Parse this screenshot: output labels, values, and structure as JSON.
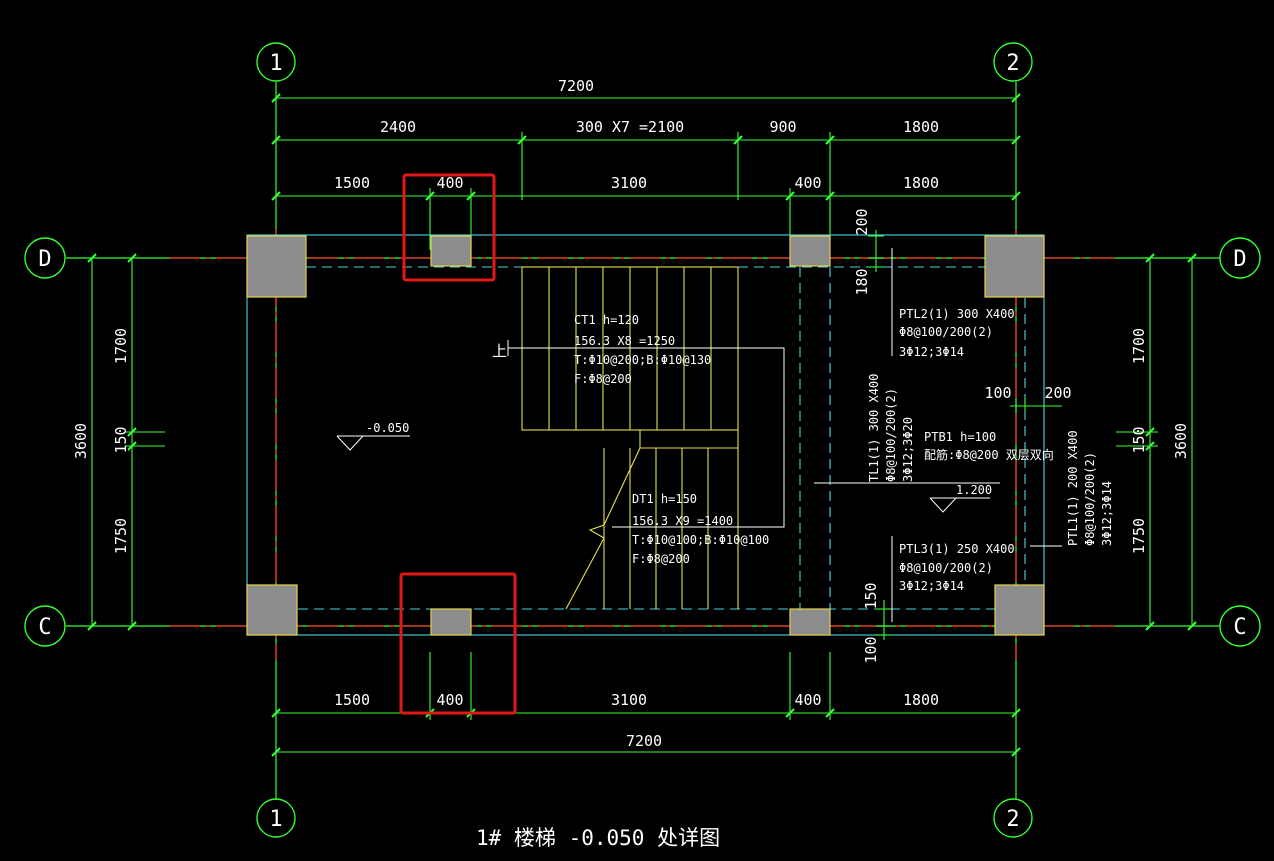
{
  "colors": {
    "background": "#000000",
    "grid_line": "#33ff33",
    "dimension_line": "#33ff33",
    "axis_line": "#ff2a2a",
    "column_fill": "#8c8c8c",
    "column_outline": "#e6d24a",
    "stair_line": "#e6e04a",
    "beam_line": "#45d7e0",
    "text": "#ffffff",
    "highlight_box": "#e01818"
  },
  "axis_labels": {
    "col_1_top": "1",
    "col_2_top": "2",
    "col_1_bottom": "1",
    "col_2_bottom": "2",
    "row_d_left": "D",
    "row_d_right": "D",
    "row_c_left": "C",
    "row_c_right": "C"
  },
  "dimensions": {
    "top_total": "7200",
    "top_mid": [
      "2400",
      "300 X7 =2100",
      "900",
      "1800"
    ],
    "top_near": [
      "1500",
      "400",
      "3100",
      "400",
      "1800"
    ],
    "bottom_near": [
      "1500",
      "400",
      "3100",
      "400",
      "1800"
    ],
    "bottom_total": "7200",
    "left_total": "3600",
    "left_parts": [
      "1700",
      "150",
      "1750"
    ],
    "right_total": "3600",
    "right_parts": [
      "1700",
      "150",
      "1750"
    ],
    "inner": [
      "200",
      "180",
      "100",
      "200",
      "150",
      "100"
    ]
  },
  "annotations": {
    "ct1": [
      "CT1  h=120",
      "156.3 X8 =1250",
      "T:Φ10@200;B:Φ10@130",
      "F:Φ8@200"
    ],
    "dt1": [
      "DT1  h=150",
      "156.3 X9 =1400",
      "T:Φ10@100;B:Φ10@100",
      "F:Φ8@200"
    ],
    "ptl2": [
      "PTL2(1)  300 X400",
      "Φ8@100/200(2)",
      "3Φ12;3Φ14"
    ],
    "ptl3": [
      "PTL3(1)  250 X400",
      "Φ8@100/200(2)",
      "3Φ12;3Φ14"
    ],
    "tl1": [
      "TL1(1)  300 X400",
      "Φ8@100/200(2)",
      "3Φ12;3Φ20"
    ],
    "ptl1": [
      "PTL1(1)  200 X400",
      "Φ8@100/200(2)",
      "3Φ12;3Φ14"
    ],
    "ptb1": [
      "PTB1  h=100",
      "配筋:Φ8@200 双层双向"
    ],
    "up_marker": "上",
    "level_main": "-0.050",
    "level_landing": "1.200"
  },
  "title": "1# 楼梯   -0.050   处详图"
}
